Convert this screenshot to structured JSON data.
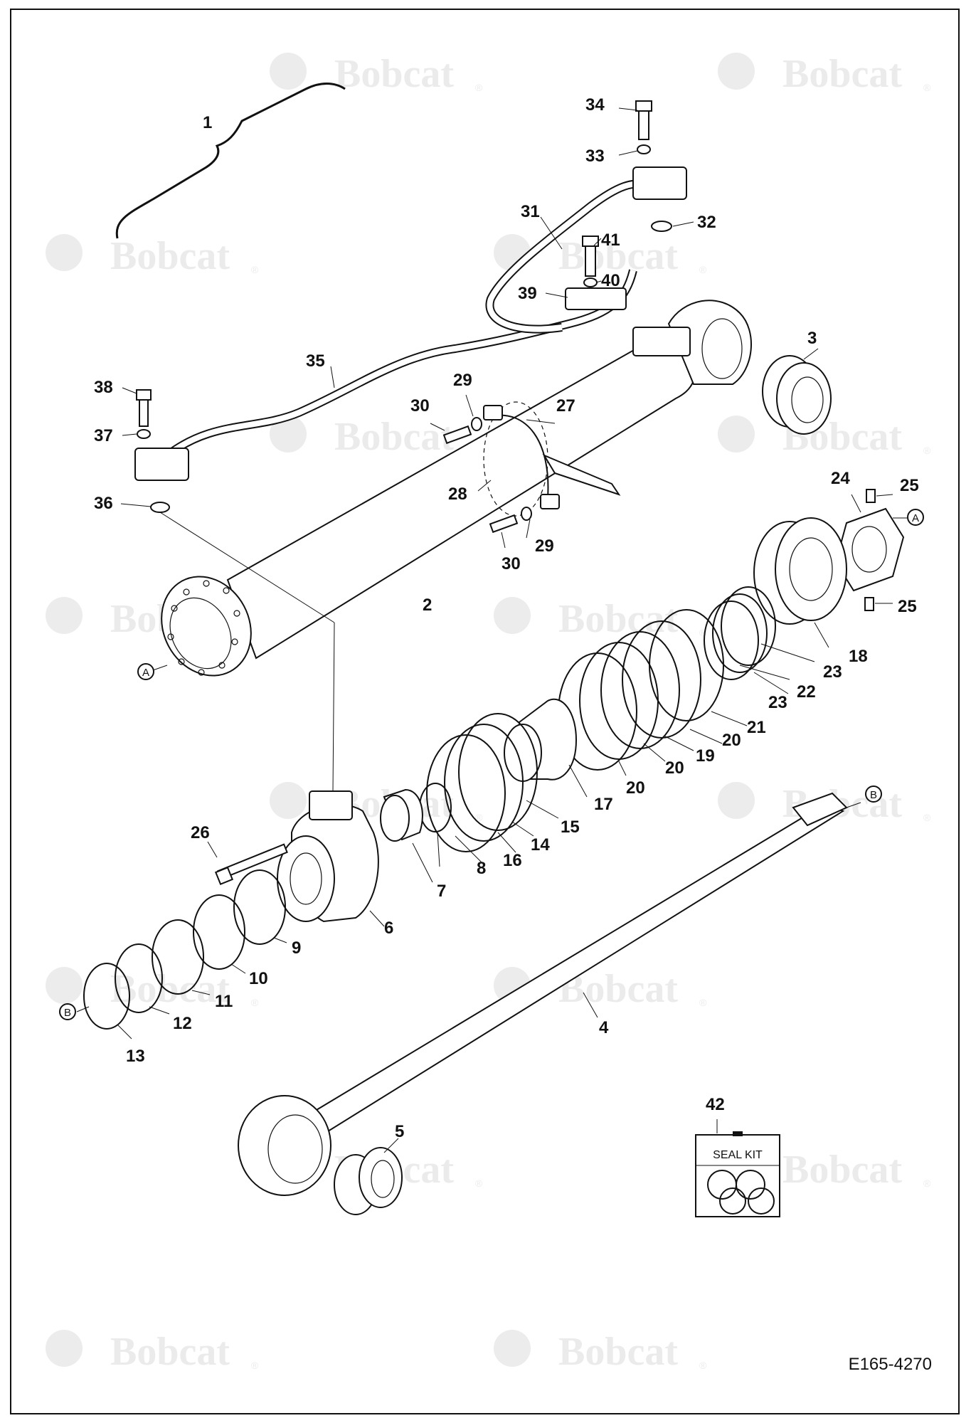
{
  "watermark": {
    "brand": "Bobcat",
    "reg": "®"
  },
  "callouts": {
    "c1": "1",
    "c2": "2",
    "c3": "3",
    "c4": "4",
    "c5": "5",
    "c6": "6",
    "c7": "7",
    "c8": "8",
    "c9": "9",
    "c10": "10",
    "c11": "11",
    "c12": "12",
    "c13": "13",
    "c14": "14",
    "c15": "15",
    "c16": "16",
    "c17": "17",
    "c18": "18",
    "c19": "19",
    "c20a": "20",
    "c20b": "20",
    "c20c": "20",
    "c21": "21",
    "c22": "22",
    "c23a": "23",
    "c23b": "23",
    "c24": "24",
    "c25a": "25",
    "c25b": "25",
    "c26": "26",
    "c27": "27",
    "c28": "28",
    "c29a": "29",
    "c29b": "29",
    "c30a": "30",
    "c30b": "30",
    "c31": "31",
    "c32": "32",
    "c33": "33",
    "c34": "34",
    "c35": "35",
    "c36": "36",
    "c37": "37",
    "c38": "38",
    "c39": "39",
    "c40": "40",
    "c41": "41",
    "c42": "42"
  },
  "connectors": {
    "a1": "A",
    "a2": "A",
    "b1": "B",
    "b2": "B"
  },
  "seal_kit": {
    "label": "SEAL KIT"
  },
  "reference": {
    "code": "E165-4270"
  }
}
